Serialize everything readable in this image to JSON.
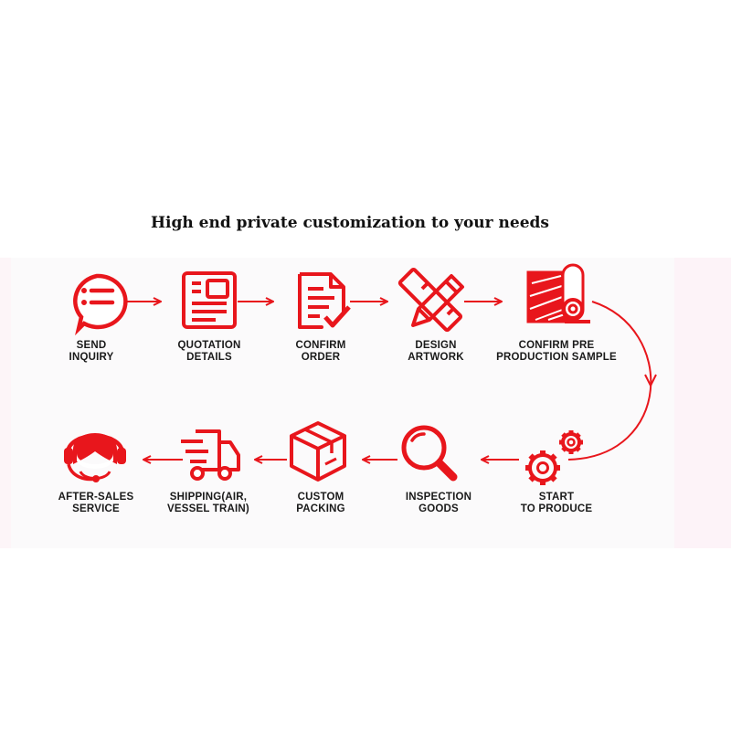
{
  "title": "High end private customization to your needs",
  "colors": {
    "accent": "#e8161c"
  },
  "steps": [
    {
      "label": "SEND\nINQUIRY",
      "icon": "chat-bubble-icon"
    },
    {
      "label": "QUOTATION\nDETAILS",
      "icon": "quotation-document-icon"
    },
    {
      "label": "CONFIRM\nORDER",
      "icon": "checked-document-icon"
    },
    {
      "label": "DESIGN\nARTWORK",
      "icon": "pencil-ruler-icon"
    },
    {
      "label": "CONFIRM PRE\nPRODUCTION SAMPLE",
      "icon": "fabric-roll-icon"
    },
    {
      "label": "START\nTO PRODUCE",
      "icon": "gears-icon"
    },
    {
      "label": "INSPECTION\nGOODS",
      "icon": "magnifier-icon"
    },
    {
      "label": "CUSTOM\nPACKING",
      "icon": "box-icon"
    },
    {
      "label": "SHIPPING(AIR,\nVESSEL TRAIN)",
      "icon": "delivery-truck-icon"
    },
    {
      "label": "AFTER-SALES\nSERVICE",
      "icon": "headset-support-icon"
    }
  ]
}
